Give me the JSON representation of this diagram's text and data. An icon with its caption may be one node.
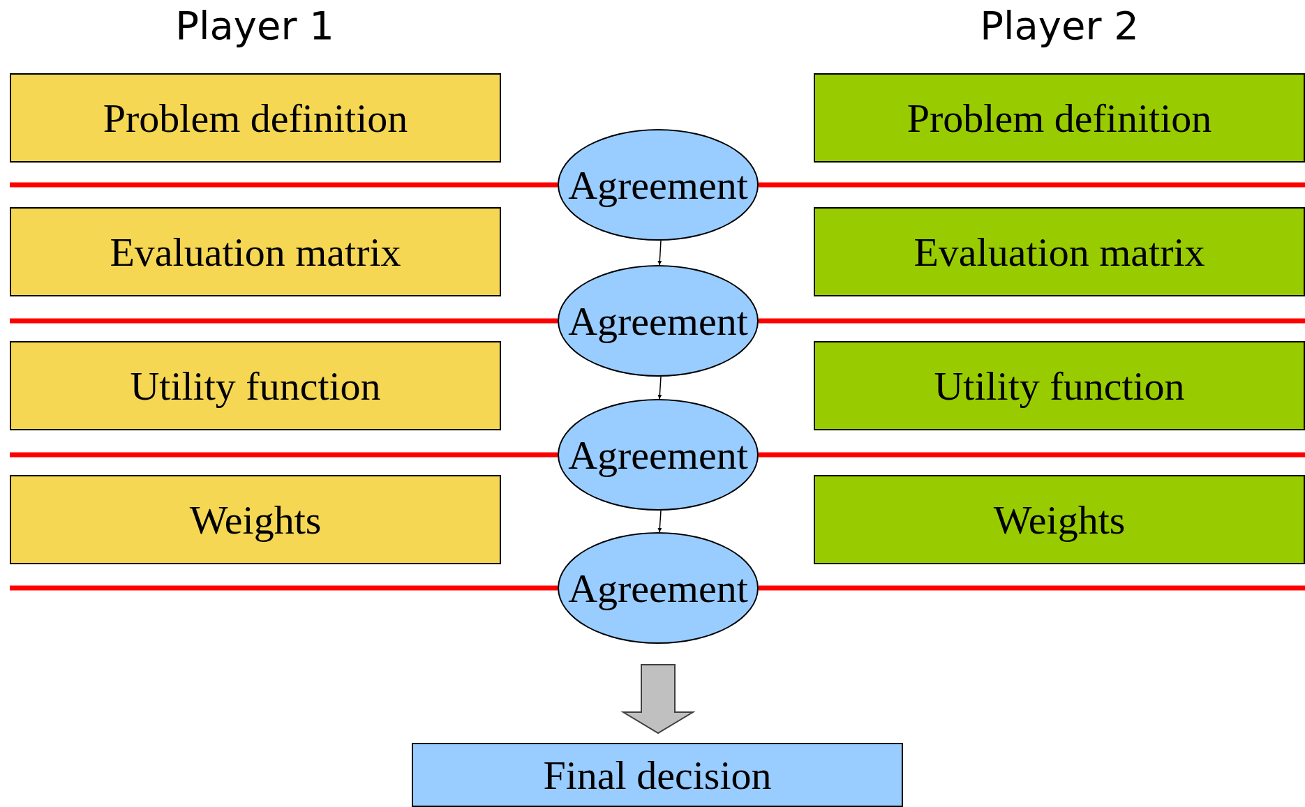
{
  "diagram": {
    "nodes": [
      {
        "text": [
          "Problem definition"
        ]
      },
      {
        "text": [
          "Problem definition"
        ]
      },
      {
        "text": [
          "Agreement"
        ]
      },
      {
        "text": [
          "Evaluation matrix"
        ]
      },
      {
        "text": [
          "Evaluation matrix"
        ]
      },
      {
        "text": [
          "Agreement"
        ]
      },
      {
        "text": [
          "Utility function"
        ]
      },
      {
        "text": [
          "Utility function"
        ]
      },
      {
        "text": [
          "Agreement"
        ]
      },
      {
        "text": [
          "Weights"
        ]
      },
      {
        "text": [
          "Weights"
        ]
      },
      {
        "text": [
          "Agreement"
        ]
      },
      {
        "text": [
          "Final decision"
        ]
      }
    ],
    "edges": [
      {
        "from": null,
        "to": 2,
        "arrow": "none",
        "color": "#ff0000"
      },
      {
        "from": 2,
        "to": null,
        "arrow": "none",
        "color": "#ff0000"
      },
      {
        "from": null,
        "to": 5,
        "arrow": "none",
        "color": "#ff0000"
      },
      {
        "from": 5,
        "to": null,
        "arrow": "none",
        "color": "#ff0000"
      },
      {
        "from": null,
        "to": 8,
        "arrow": "none",
        "color": "#ff0000"
      },
      {
        "from": 8,
        "to": null,
        "arrow": "none",
        "color": "#ff0000"
      },
      {
        "from": null,
        "to": 11,
        "arrow": "none",
        "color": "#ff0000"
      },
      {
        "from": 11,
        "to": null,
        "arrow": "none",
        "color": "#ff0000"
      },
      {
        "from": 2,
        "to": 5,
        "arrow": "to",
        "color": "#000000"
      },
      {
        "from": 5,
        "to": 8,
        "arrow": "to",
        "color": "#000000"
      },
      {
        "from": 8,
        "to": 11,
        "arrow": "to",
        "color": "#000000"
      },
      {
        "from": 11,
        "to": 12,
        "arrow": "to",
        "style": "thick",
        "color": "#c0c0c0"
      }
    ],
    "labels": [
      "Player 1",
      "Player 2"
    ]
  }
}
